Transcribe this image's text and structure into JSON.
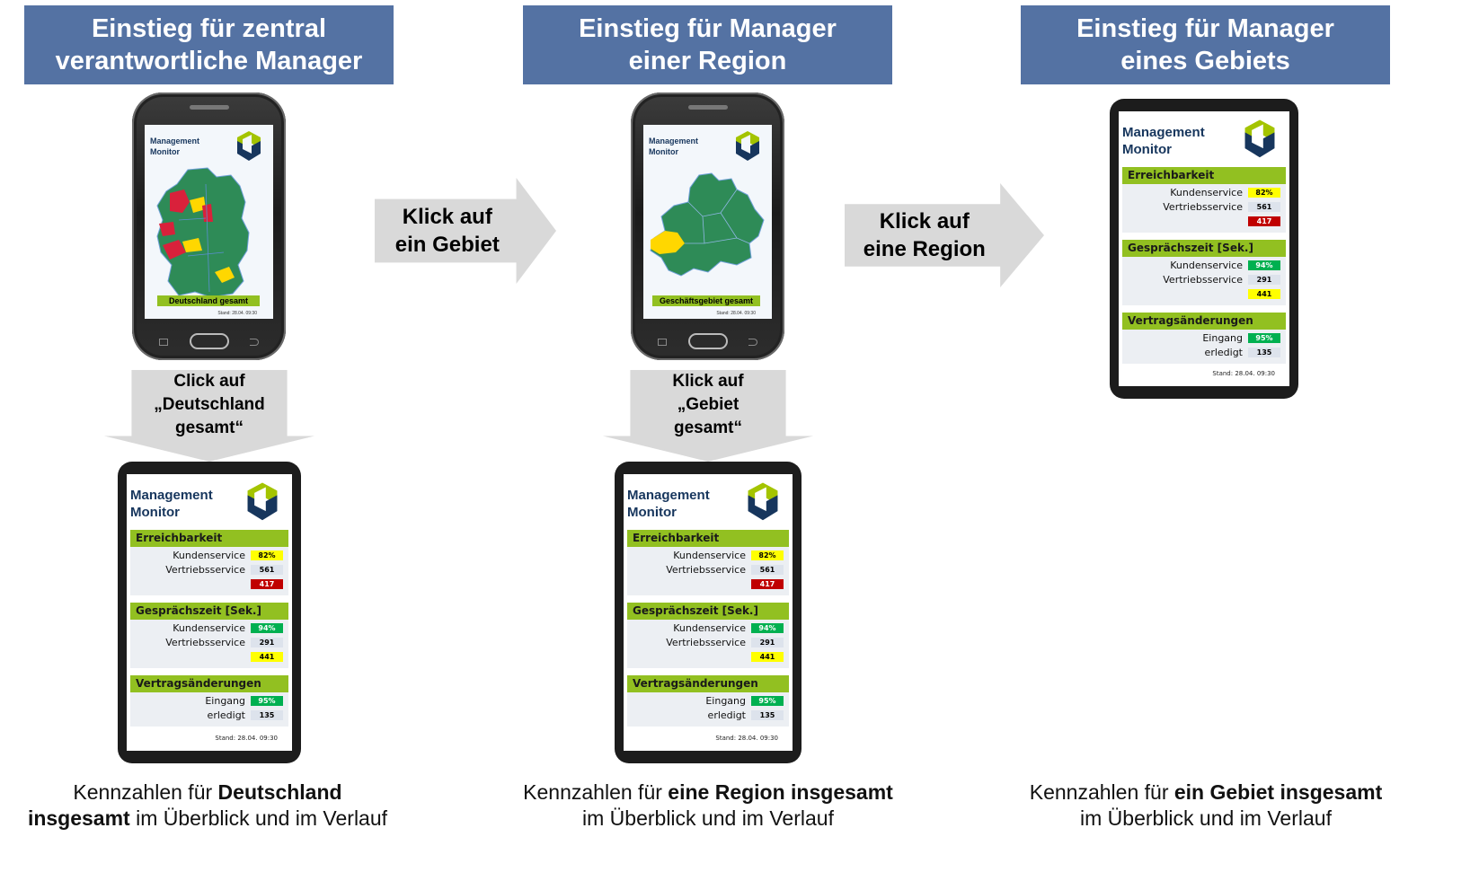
{
  "headers": [
    {
      "line1": "Einstieg für zentral",
      "line2": "verantwortliche Manager"
    },
    {
      "line1": "Einstieg für Manager",
      "line2": "einer Region"
    },
    {
      "line1": "Einstieg für Manager",
      "line2": "eines Gebiets"
    }
  ],
  "arrows_right": [
    {
      "line1": "Klick auf",
      "line2": "ein Gebiet"
    },
    {
      "line1": "Klick auf",
      "line2": "eine Region"
    }
  ],
  "arrows_down": [
    {
      "line1": "Click auf",
      "line2": "„Deutschland",
      "line3": "gesamt“"
    },
    {
      "line1": "Klick auf",
      "line2": "„Gebiet",
      "line3": "gesamt“"
    }
  ],
  "phones": [
    {
      "title1": "Management",
      "title2": "Monitor",
      "label": "Deutschland gesamt",
      "stand": "Stand: 28.04. 09:30"
    },
    {
      "title1": "Management",
      "title2": "Monitor",
      "label": "Geschäftsgebiet gesamt",
      "stand": "Stand: 28.04. 09:30"
    }
  ],
  "dashboard": {
    "title1": "Management",
    "title2": "Monitor",
    "sections": [
      {
        "name": "Erreichbarkeit",
        "rows": [
          {
            "label": "Kundenservice",
            "value": "82%",
            "color": "#ffff00",
            "text_color": "#000000"
          },
          {
            "label": "Vertriebsservice",
            "value": "561",
            "color": "#dde3ec",
            "text_color": "#000000"
          },
          {
            "label": "",
            "value": "417",
            "color": "#c00000",
            "text_color": "#ffffff"
          }
        ]
      },
      {
        "name": "Gesprächszeit [Sek.]",
        "rows": [
          {
            "label": "Kundenservice",
            "value": "94%",
            "color": "#00b050",
            "text_color": "#ffffff"
          },
          {
            "label": "Vertriebsservice",
            "value": "291",
            "color": "#dde3ec",
            "text_color": "#000000"
          },
          {
            "label": "",
            "value": "441",
            "color": "#ffff00",
            "text_color": "#000000"
          }
        ]
      },
      {
        "name": "Vertragsänderungen",
        "rows": [
          {
            "label": "Eingang",
            "value": "95%",
            "color": "#00b050",
            "text_color": "#ffffff"
          },
          {
            "label": "erledigt",
            "value": "135",
            "color": "#dde3ec",
            "text_color": "#000000"
          }
        ]
      }
    ],
    "stand": "Stand: 28.04. 09:30"
  },
  "captions": [
    {
      "pre": "Kennzahlen für ",
      "bold": "Deutschland",
      "line2_bold": "insgesamt",
      "line2_rest": " im Überblick und im Verlauf"
    },
    {
      "pre": "Kennzahlen für ",
      "bold": "eine Region insgesamt",
      "line2_bold": "",
      "line2_rest": "im Überblick und im Verlauf"
    },
    {
      "pre": "Kennzahlen für ",
      "bold": "ein Gebiet insgesamt",
      "line2_bold": "",
      "line2_rest": "im Überblick und im Verlauf"
    }
  ],
  "colors": {
    "header": "#5472a3",
    "accent": "#92c021",
    "arrow": "#d9d9d9",
    "map_green": "#2e8b57",
    "map_red": "#d9213b",
    "map_yellow": "#ffd700"
  }
}
